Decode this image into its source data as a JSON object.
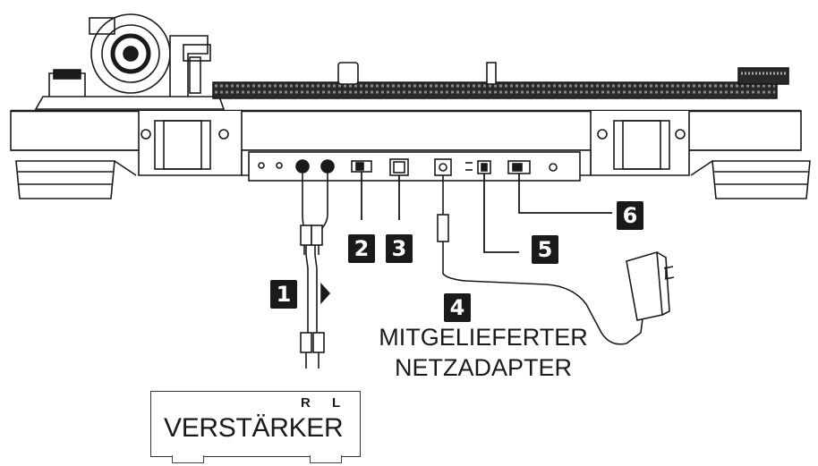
{
  "callouts": [
    "1",
    "2",
    "3",
    "4",
    "5",
    "6"
  ],
  "adapter": {
    "line1": "MITGELIEFERTER",
    "line2": "NETZADAPTER"
  },
  "amplifier": {
    "label": "VERSTÄRKER",
    "channel_r": "R",
    "channel_l": "L"
  },
  "colors": {
    "ink": "#1a1a1a",
    "platter": "#2a2a2a",
    "body": "#ffffff"
  }
}
